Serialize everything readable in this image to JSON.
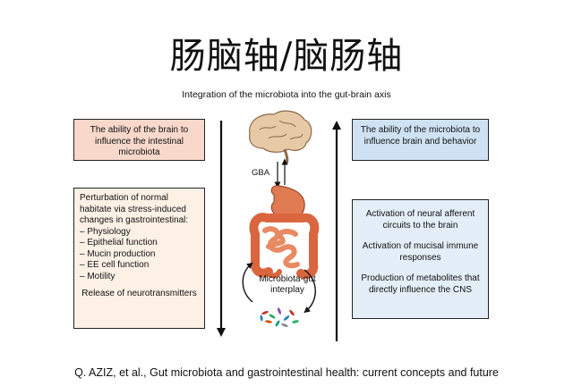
{
  "title": "肠脑轴/脑肠轴",
  "top_caption": "Integration of the microbiota into the gut-brain axis",
  "left_top_box": "The ability of the brain to influence the intestinal microbiota",
  "left_bottom_box": {
    "lines": [
      "Perturbation of normal",
      "habitate via stress-induced",
      "changes in gastrointestinal:",
      "– Physiology",
      "– Epithelial function",
      "– Mucin production",
      "– EE cell function",
      "– Motility"
    ],
    "release": "Release of neurotransmitters"
  },
  "right_top_box": "The ability of the microbiota to influence brain and behavior",
  "right_bottom_box": [
    "Activation of neural afferent circuits to the brain",
    "Activation of mucisal immune responses",
    "Production of metabolites that directly influence the CNS"
  ],
  "gba_label": "GBA",
  "interplay_label": "Microbiota-gut interplay",
  "citation": "Q. AZIZ, et al., Gut microbiota and gastrointestinal health: current concepts and future",
  "colors": {
    "pink_box": "#f7d8cb",
    "cream_box": "#fdf1e6",
    "blue_box": "#cfe2f3",
    "light_blue_box": "#e3eef8",
    "brain": "#e8c9a6",
    "gut": "#e07a52"
  }
}
